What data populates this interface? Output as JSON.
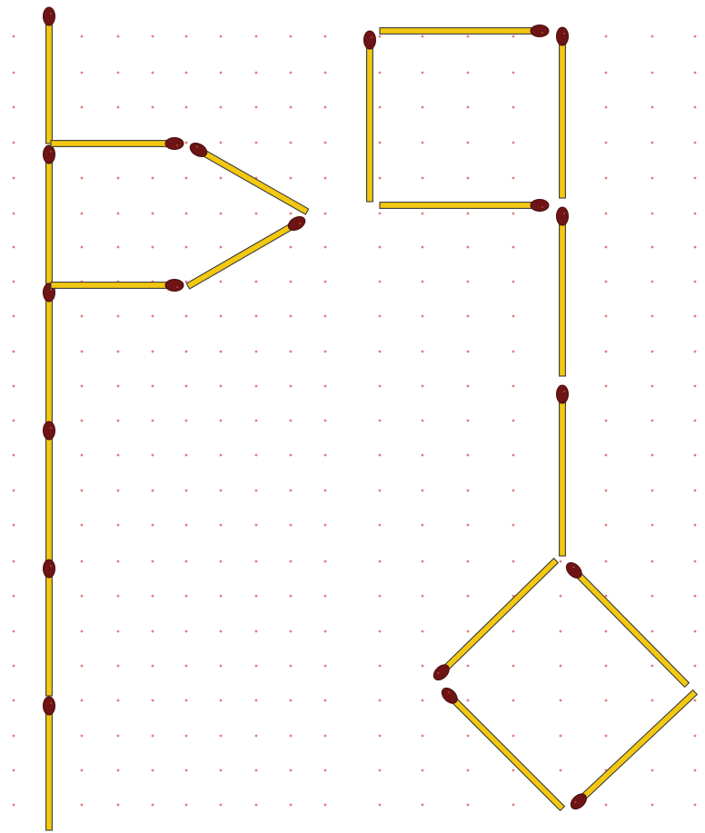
{
  "colors": {
    "background": "#ffffff",
    "grid_dot": "#e87a7a",
    "matchstick_body": "#f2c811",
    "matchstick_outline": "#3a3a3a",
    "matchstick_head": "#6e1414",
    "matchstick_head_dark": "#4a0c0c"
  },
  "icons": {
    "matchstick": "matchstick-icon",
    "grid": "dot-grid"
  },
  "figures": [
    {
      "name": "left-figure",
      "description_hidden": true,
      "matchsticks": 10
    },
    {
      "name": "right-figure",
      "description_hidden": true,
      "matchsticks": 10
    }
  ]
}
